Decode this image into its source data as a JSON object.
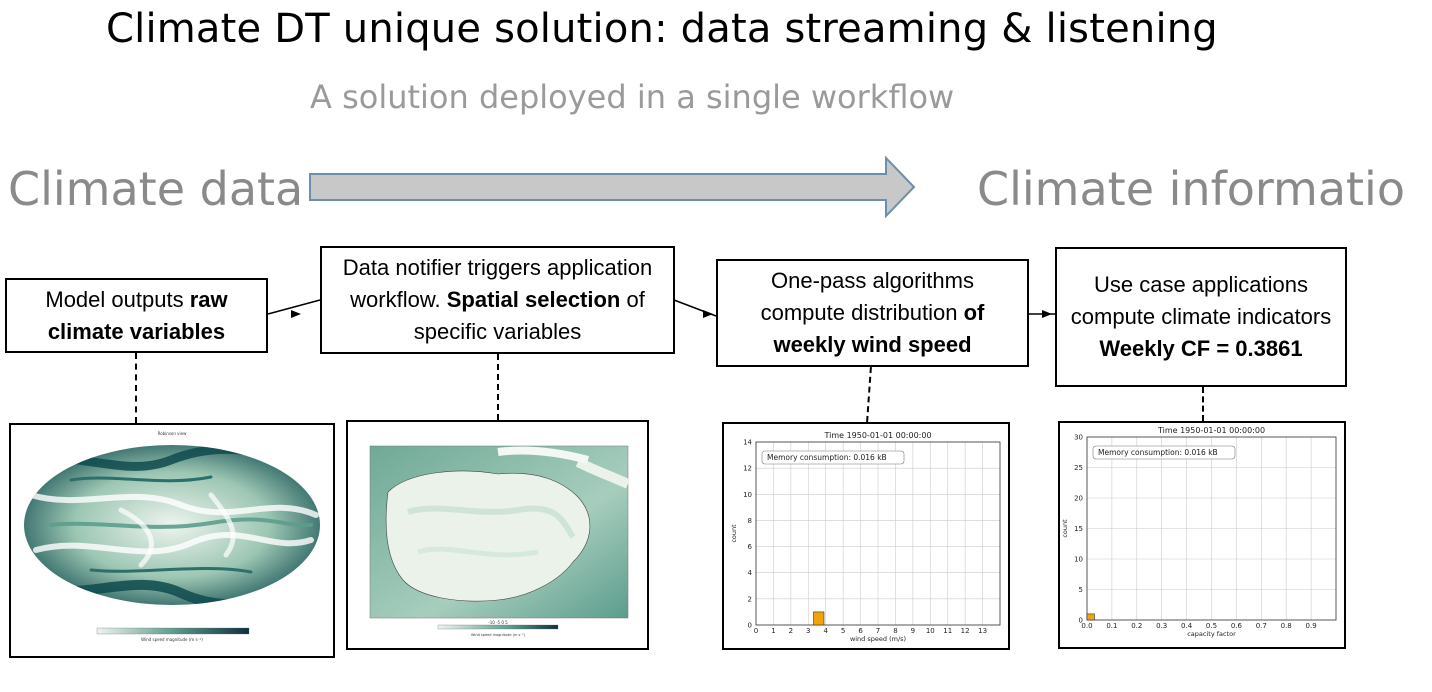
{
  "slide": {
    "title": "Climate DT unique solution: data streaming & listening",
    "subtitle": "A solution deployed in a single workflow",
    "left_label": "Climate data",
    "right_label": "Climate informatio"
  },
  "steps": [
    {
      "pre": "Model outputs ",
      "bold1": "raw",
      "mid": "",
      "bold2": "climate variables",
      "post": ""
    },
    {
      "pre": "Data notifier triggers application workflow. ",
      "bold1": "Spatial selection",
      "mid": " of specific variables",
      "bold2": "",
      "post": ""
    },
    {
      "pre": "One-pass algorithms compute distribution ",
      "bold1": "of weekly wind speed",
      "mid": "",
      "bold2": "",
      "post": ""
    },
    {
      "pre": "Use case applications compute climate indicators",
      "bold1": "Weekly CF = 0.3861",
      "mid": "",
      "bold2": "",
      "post": ""
    }
  ],
  "colors": {
    "arrow_fill": "#c8c8c8",
    "arrow_stroke": "#6c8fae",
    "map_dark": "#0f4a4e",
    "map_mid": "#5c9d8d",
    "map_light": "#eef4ee",
    "bar": "#f0a30a"
  },
  "chart_data": [
    {
      "type": "bar",
      "title": "Time 1950-01-01 00:00:00",
      "annotation": "Memory consumption: 0.016 kB",
      "xlabel": "wind speed (m/s)",
      "ylabel": "count",
      "xlim": [
        0,
        14
      ],
      "ylim": [
        0,
        14
      ],
      "xticks": [
        "0",
        "1",
        "2",
        "3",
        "4",
        "5",
        "6",
        "7",
        "8",
        "9",
        "10",
        "11",
        "12",
        "13"
      ],
      "yticks": [
        "0",
        "2",
        "4",
        "6",
        "8",
        "10",
        "12",
        "14"
      ],
      "bars": [
        {
          "x0": 3.3,
          "x1": 3.9,
          "value": 1
        }
      ],
      "grid": true
    },
    {
      "type": "bar",
      "title": "Time 1950-01-01 00:00:00",
      "annotation": "Memory consumption: 0.016 kB",
      "xlabel": "capacity factor",
      "ylabel": "count",
      "xlim": [
        0,
        1.0
      ],
      "ylim": [
        0,
        30
      ],
      "xticks": [
        "0.0",
        "0.1",
        "0.2",
        "0.3",
        "0.4",
        "0.5",
        "0.6",
        "0.7",
        "0.8",
        "0.9"
      ],
      "yticks": [
        "0",
        "5",
        "10",
        "15",
        "20",
        "25",
        "30"
      ],
      "bars": [
        {
          "x0": 0.0,
          "x1": 0.03,
          "value": 1
        }
      ],
      "grid": true
    }
  ]
}
